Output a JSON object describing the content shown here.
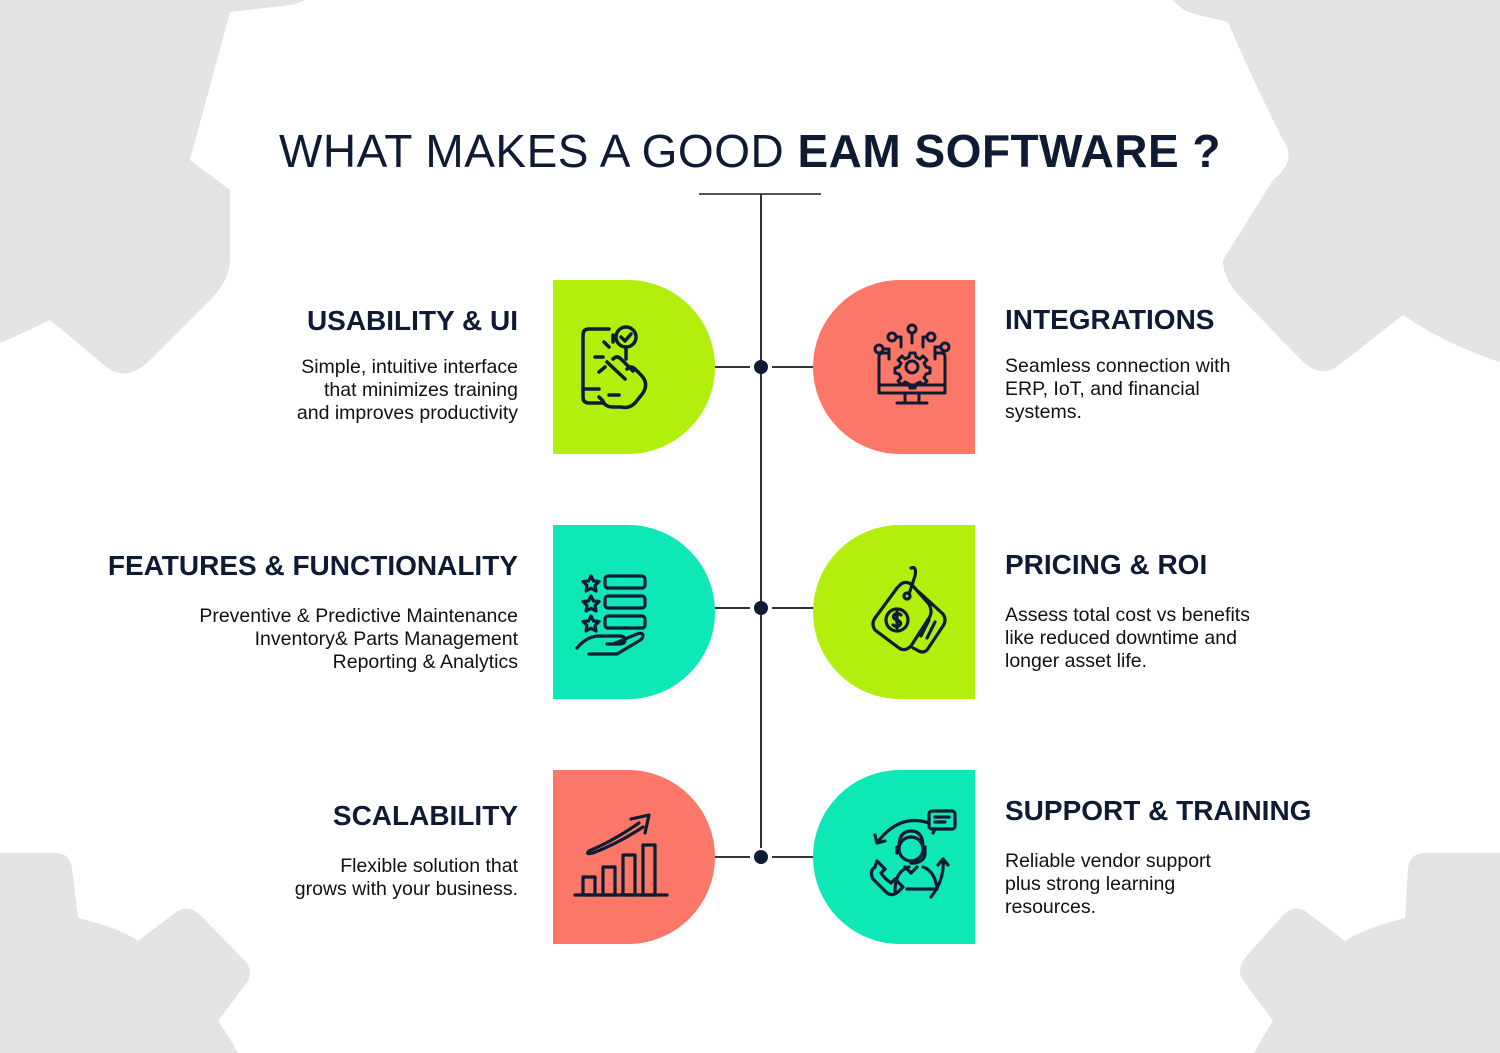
{
  "title": {
    "light": "WHAT MAKES A GOOD ",
    "bold": "EAM SOFTWARE ?"
  },
  "colors": {
    "lime": "#b3ef0c",
    "teal": "#0de8b6",
    "coral": "#fb7869",
    "navy": "#0f1b33",
    "gear_gray": "#e4e4e6"
  },
  "items": [
    {
      "side": "left",
      "heading": "USABILITY & UI",
      "description": "Simple, intuitive interface\nthat minimizes training\nand improves productivity",
      "icon": "touchscreen-tap-icon",
      "color": "lime"
    },
    {
      "side": "right",
      "heading": "INTEGRATIONS",
      "description": "Seamless connection with\nERP, IoT, and financial\nsystems.",
      "icon": "monitor-gear-network-icon",
      "color": "coral"
    },
    {
      "side": "left",
      "heading": "FEATURES & FUNCTIONALITY",
      "description": "Preventive & Predictive Maintenance\nInventory& Parts Management\nReporting & Analytics",
      "icon": "hand-star-list-icon",
      "color": "teal"
    },
    {
      "side": "right",
      "heading": "PRICING & ROI",
      "description": "Assess total cost vs benefits\nlike reduced downtime and\nlonger asset life.",
      "icon": "price-tag-dollar-icon",
      "color": "lime"
    },
    {
      "side": "left",
      "heading": "SCALABILITY",
      "description": "Flexible solution that\ngrows with your business.",
      "icon": "growth-chart-arrow-icon",
      "color": "coral"
    },
    {
      "side": "right",
      "heading": "SUPPORT & TRAINING",
      "description": "Reliable vendor support\nplus strong learning\nresources.",
      "icon": "customer-support-agent-icon",
      "color": "teal"
    }
  ]
}
